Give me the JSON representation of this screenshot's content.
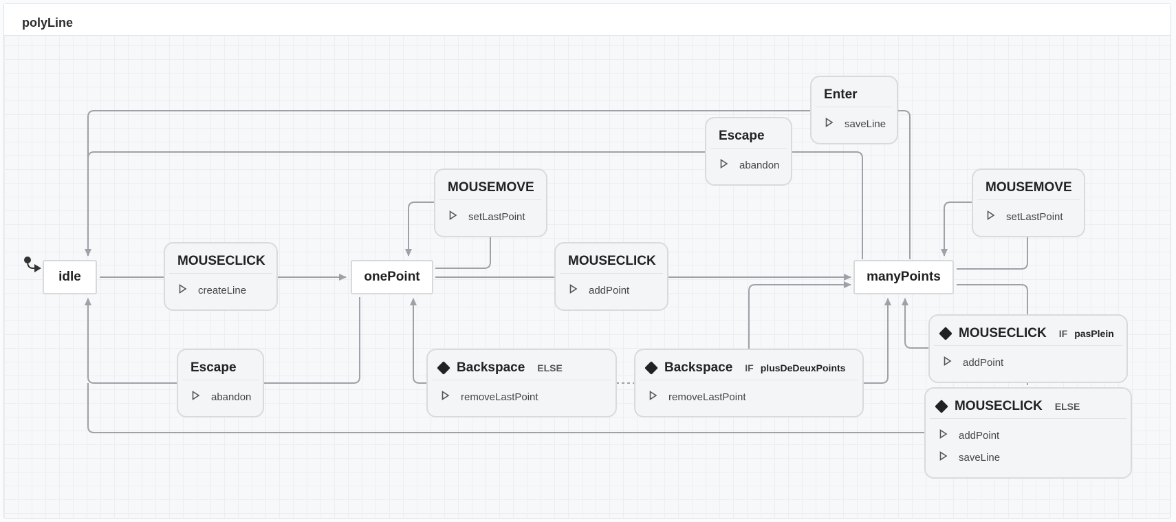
{
  "machine": {
    "title": "polyLine"
  },
  "states": {
    "idle": "idle",
    "onePoint": "onePoint",
    "manyPoints": "manyPoints"
  },
  "transitions": {
    "t_createLine": {
      "event": "MOUSECLICK",
      "actions": [
        "createLine"
      ]
    },
    "t_escape_onePoint": {
      "event": "Escape",
      "actions": [
        "abandon"
      ]
    },
    "t_mousemove_onePoint": {
      "event": "MOUSEMOVE",
      "actions": [
        "setLastPoint"
      ]
    },
    "t_addPoint_onePoint": {
      "event": "MOUSECLICK",
      "actions": [
        "addPoint"
      ]
    },
    "t_backspace_else": {
      "event": "Backspace",
      "guard_keyword": "ELSE",
      "actions": [
        "removeLastPoint"
      ]
    },
    "t_backspace_if": {
      "event": "Backspace",
      "guard_keyword": "IF",
      "guard": "plusDeDeuxPoints",
      "actions": [
        "removeLastPoint"
      ]
    },
    "t_escape_many": {
      "event": "Escape",
      "actions": [
        "abandon"
      ]
    },
    "t_enter": {
      "event": "Enter",
      "actions": [
        "saveLine"
      ]
    },
    "t_mousemove_many": {
      "event": "MOUSEMOVE",
      "actions": [
        "setLastPoint"
      ]
    },
    "t_click_if": {
      "event": "MOUSECLICK",
      "guard_keyword": "IF",
      "guard": "pasPlein",
      "actions": [
        "addPoint"
      ]
    },
    "t_click_else": {
      "event": "MOUSECLICK",
      "guard_keyword": "ELSE",
      "actions": [
        "addPoint",
        "saveLine"
      ]
    }
  },
  "colors": {
    "wire": "#9ea1a7",
    "state_border": "#d7d9dd",
    "transition_bg": "#f4f5f7"
  },
  "icons": {
    "initial": "initial-state-arrow-icon",
    "action": "play-action-icon",
    "guard": "guard-diamond-icon"
  }
}
